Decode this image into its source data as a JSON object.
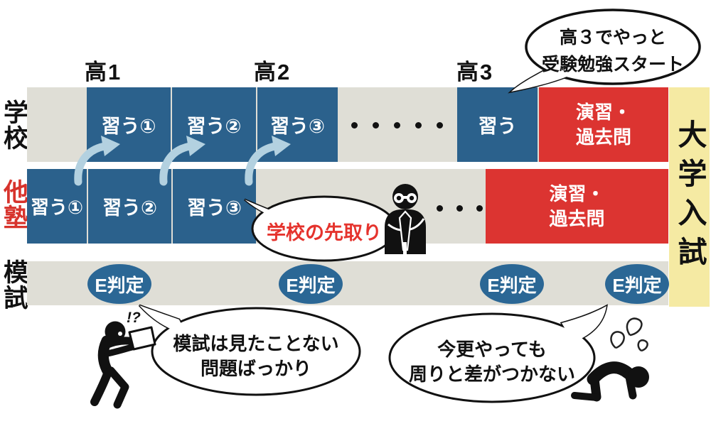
{
  "years": {
    "y1": "高1",
    "y2": "高2",
    "y3": "高3"
  },
  "rows": {
    "school": {
      "label": "学校",
      "learn1": "習う①",
      "learn2": "習う②",
      "learn3": "習う③",
      "learn_plain": "習う",
      "practice": {
        "line1": "演習・",
        "line2": "過去問"
      }
    },
    "juku": {
      "label": "他塾",
      "learn1": "習う①",
      "learn2": "習う②",
      "learn3": "習う③",
      "practice": {
        "line1": "演習・",
        "line2": "過去問"
      }
    },
    "mock": {
      "label": "模試",
      "badges": [
        "E判定",
        "E判定",
        "E判定",
        "E判定"
      ]
    }
  },
  "goal": {
    "label": "大学入試"
  },
  "bubbles": {
    "start_late": {
      "line1": "高３でやっと",
      "line2": "受験勉強スタート"
    },
    "ahead": {
      "text": "学校の先取り"
    },
    "mock_shock": {
      "line1": "模試は見たことない",
      "line2": "問題ばっかり"
    },
    "too_late": {
      "line1": "今更やっても",
      "line2": "周りと差がつかない"
    }
  },
  "figures": {
    "shock_mark": "!?"
  },
  "icons": [
    "teacher-icon",
    "shocked-student-icon",
    "kneeling-student-icon",
    "sigh-squiggle-icon",
    "forward-arrow-icon",
    "ellipsis-dots"
  ],
  "colors": {
    "box_blue": "#2B618C",
    "badge_blue": "#2B6795",
    "red": "#DC3431",
    "yellow": "#F5EAA3",
    "track_gray": "#DFDED6",
    "arrow_light_blue": "#B3D1E0",
    "accent_red_text": "#E5332D",
    "juku_label_red": "#D7332C"
  }
}
